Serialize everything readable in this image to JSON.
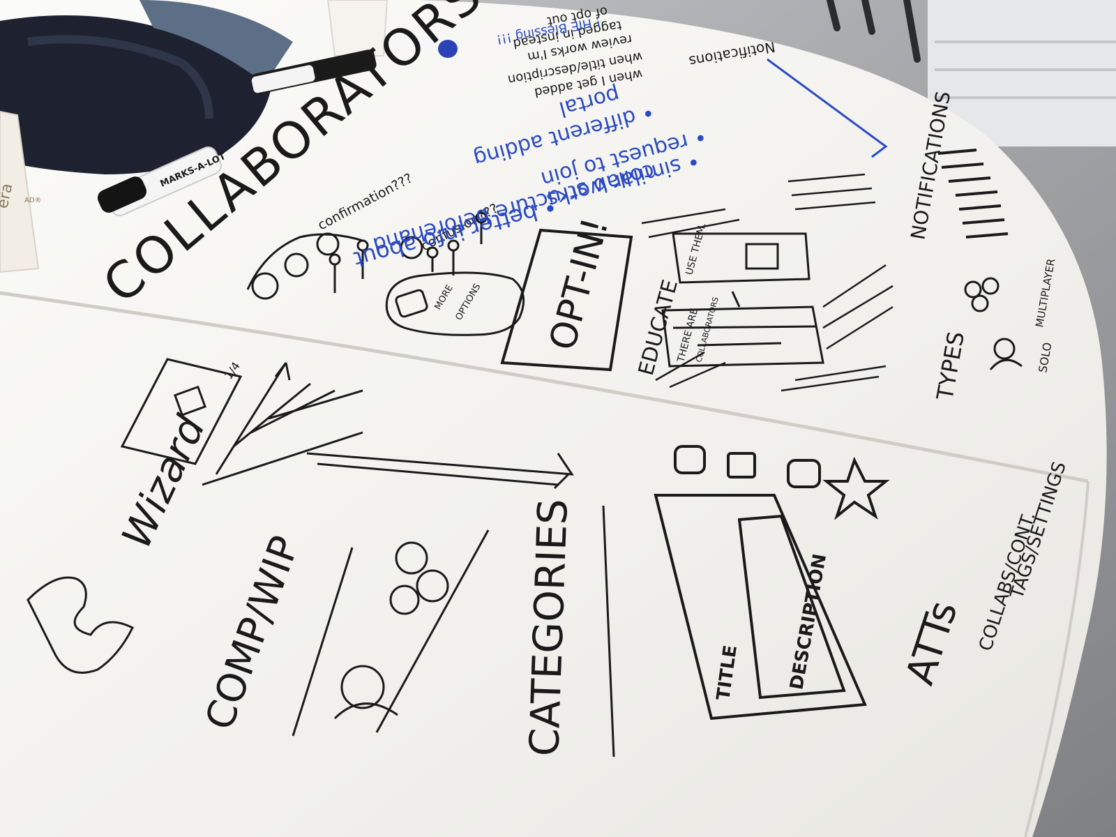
{
  "board": {
    "heading_collaborators": "COLLABORATORS!!!",
    "note_confirmation": "confirmation???",
    "note_confusion": "confusion???",
    "bubble_more": "MORE",
    "bubble_options": "OPTIONS",
    "opt_in": "OPT-IN!",
    "educate": "EDUCATE",
    "phone_use_them": "USE THEM.",
    "phone_there_are": "THERE ARE",
    "phone_collaborators": "COLLABORATORS",
    "notifications": "NOTIFICATIONS",
    "types": "TYPES",
    "solo": "SOLO",
    "multiplayer": "MULTIPLAYER",
    "blue_notes": [
      "• better info about",
      "collab structure beforehand",
      "• similar works",
      "• request to join",
      "• different adding",
      "portal"
    ],
    "black_notes": [
      "Notifications",
      "when I get added",
      "when title/description",
      "review works I'm",
      "tagged in instead",
      "of opt out",
      "! HIE Blessing !!!"
    ],
    "wizard": "Wizard",
    "wizard_fraction": "1/4",
    "comp_wip": "COMP/WIP",
    "categories": "CATEGORIES",
    "title": "TITLE",
    "description": "DESCRIPTION",
    "atts": "ATTs",
    "collabs_cont": "COLLABS/CONT.",
    "tags_settings": "TAGS/SETTINGS"
  },
  "objects": {
    "marker_label": "MARKS-A-LOT",
    "cup_label": "era",
    "cup_label_small": "AD®"
  },
  "colors": {
    "board": "#f3f2ee",
    "ink_black": "#1a1a1a",
    "ink_blue": "#2a49c4",
    "floor": "#8e8f92"
  }
}
